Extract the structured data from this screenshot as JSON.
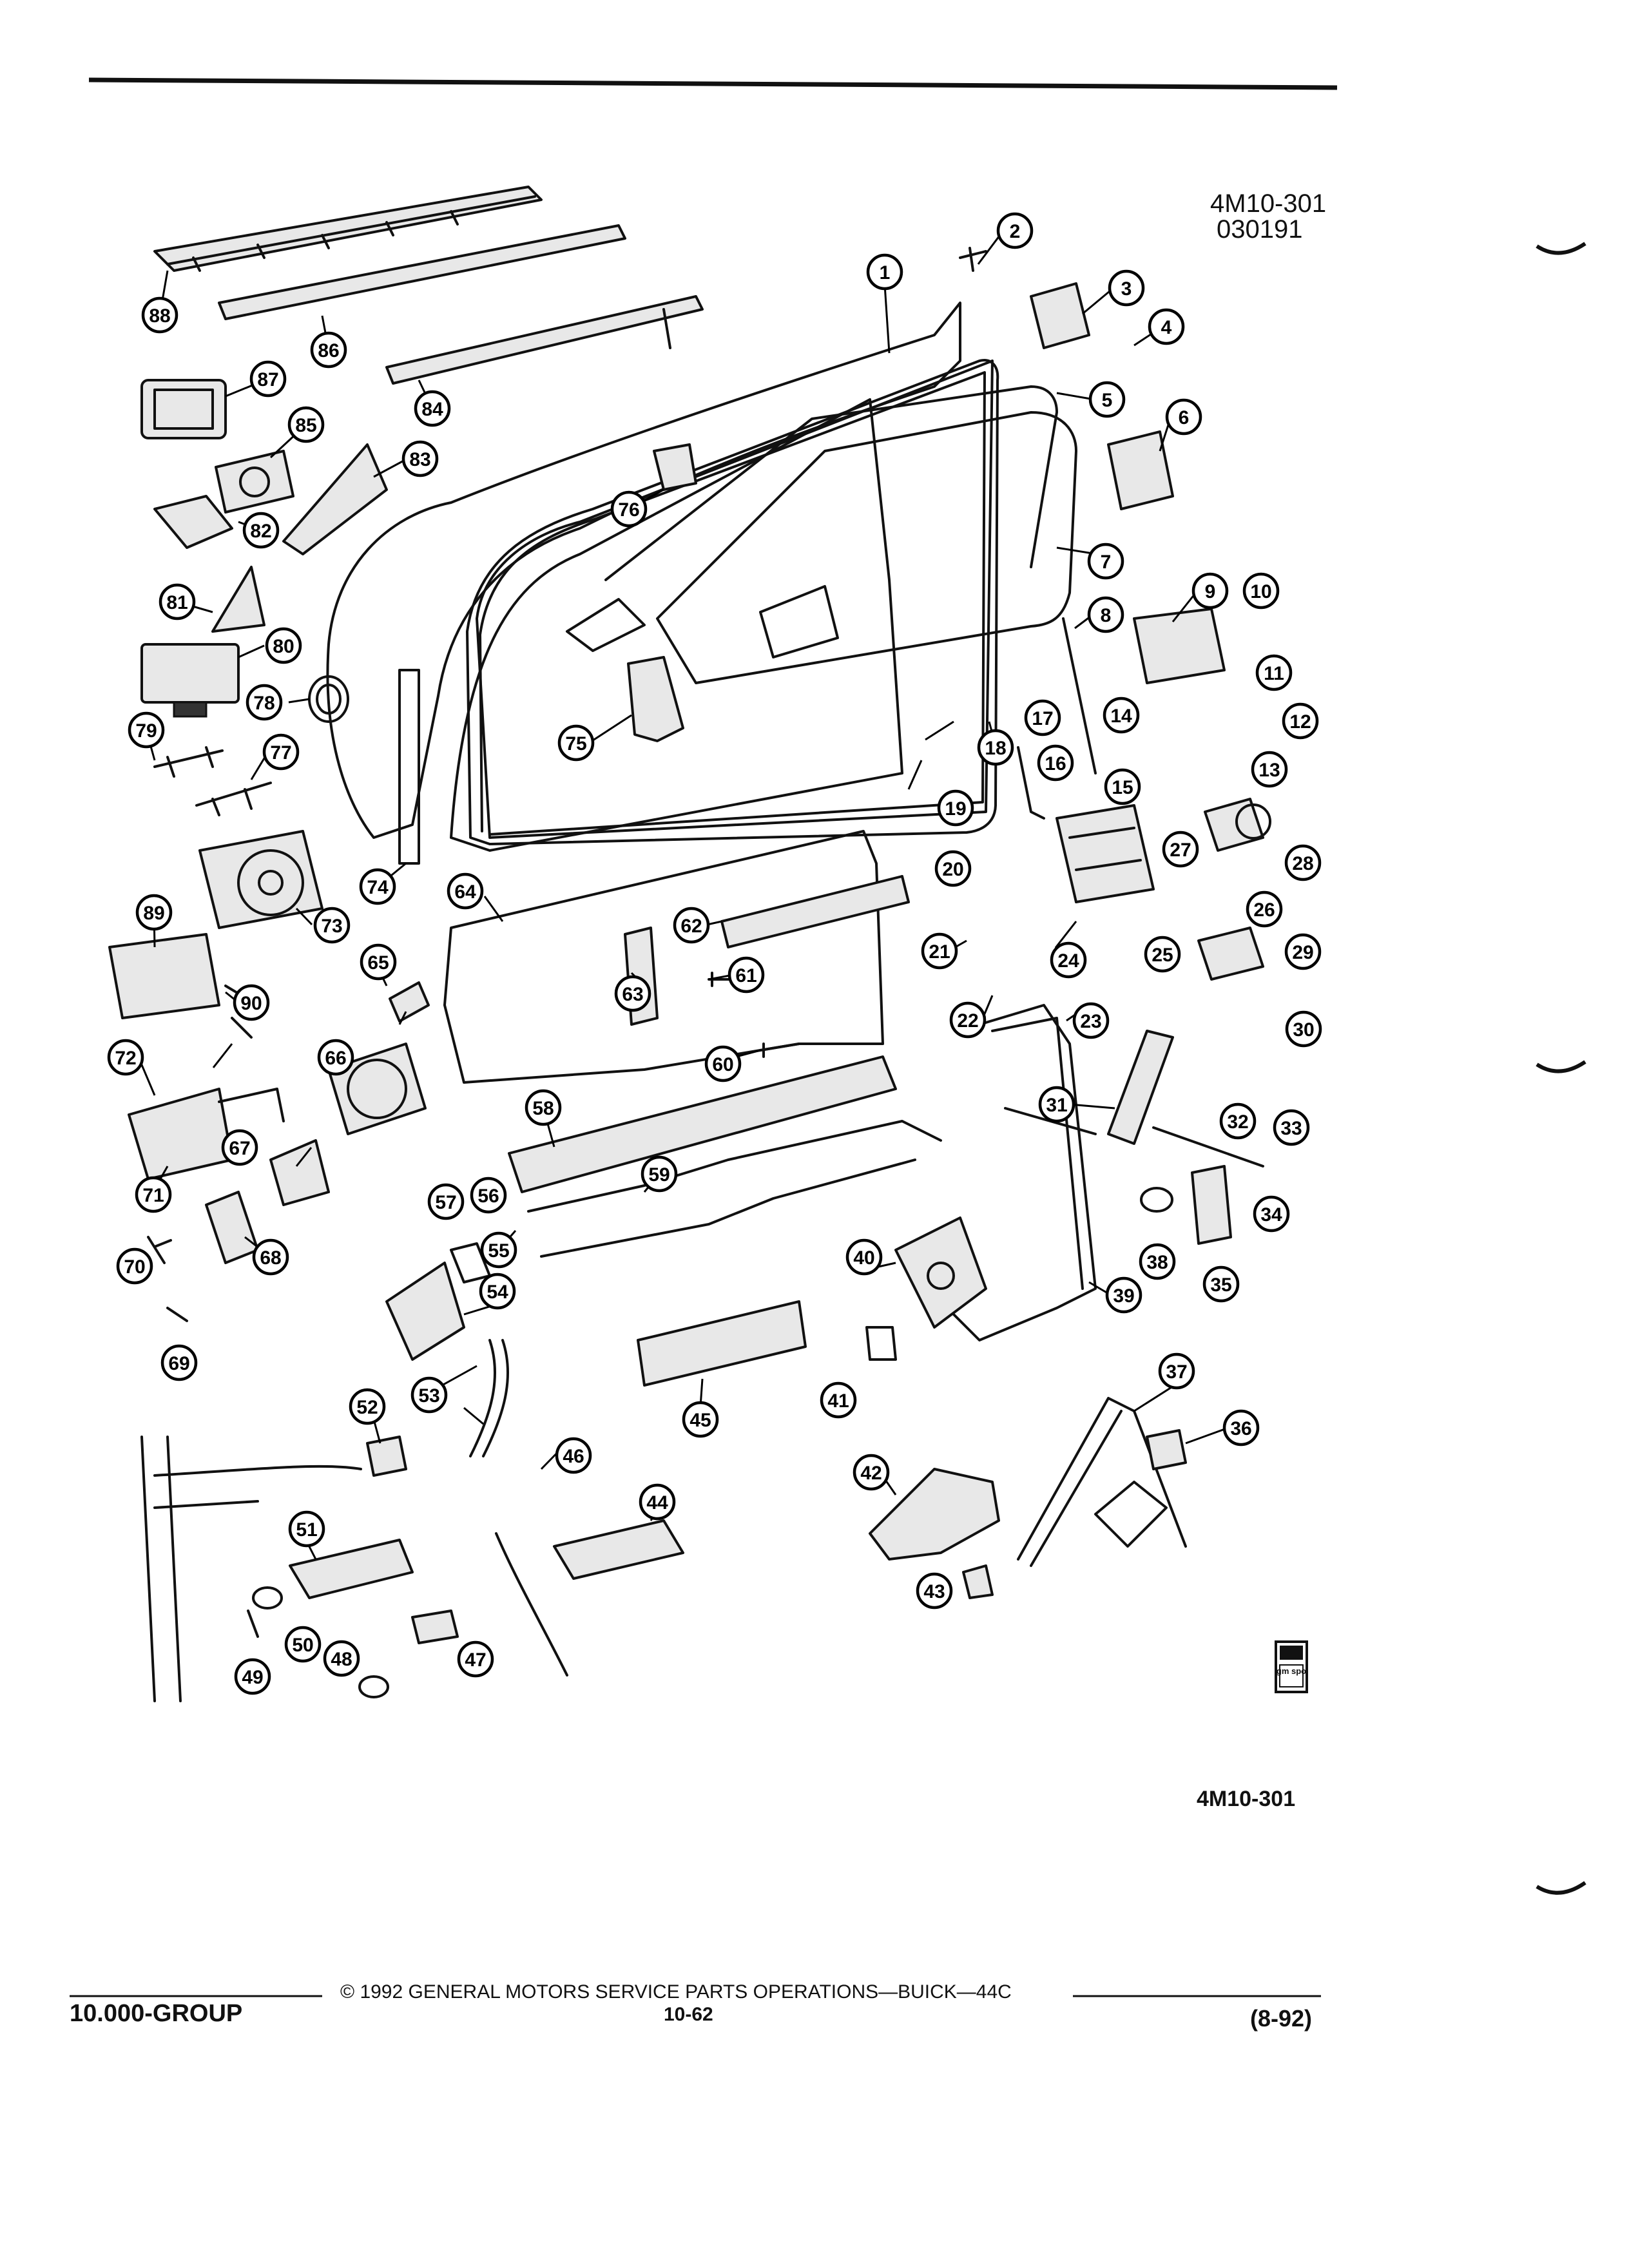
{
  "header": {
    "code_line1": "4M10-301",
    "code_line2": "030191"
  },
  "diagram": {
    "callouts": [
      "1",
      "2",
      "3",
      "4",
      "5",
      "6",
      "7",
      "8",
      "9",
      "10",
      "11",
      "12",
      "13",
      "14",
      "15",
      "16",
      "17",
      "18",
      "19",
      "20",
      "21",
      "22",
      "23",
      "24",
      "25",
      "26",
      "27",
      "28",
      "29",
      "30",
      "31",
      "32",
      "33",
      "34",
      "35",
      "36",
      "37",
      "38",
      "39",
      "40",
      "41",
      "42",
      "43",
      "44",
      "45",
      "46",
      "47",
      "48",
      "49",
      "50",
      "51",
      "52",
      "53",
      "54",
      "55",
      "56",
      "57",
      "58",
      "59",
      "60",
      "61",
      "62",
      "63",
      "64",
      "65",
      "66",
      "67",
      "68",
      "69",
      "70",
      "71",
      "72",
      "73",
      "74",
      "75",
      "76",
      "77",
      "78",
      "79",
      "80",
      "81",
      "82",
      "83",
      "84",
      "85",
      "86",
      "87",
      "88",
      "89",
      "90"
    ]
  },
  "logo": {
    "text": "gm spo"
  },
  "figure_id": "4M10-301",
  "footer": {
    "group": "10.000-GROUP",
    "copyright": "©  1992  GENERAL MOTORS SERVICE PARTS OPERATIONS—BUICK—44C",
    "page": "10-62",
    "date": "(8-92)"
  }
}
